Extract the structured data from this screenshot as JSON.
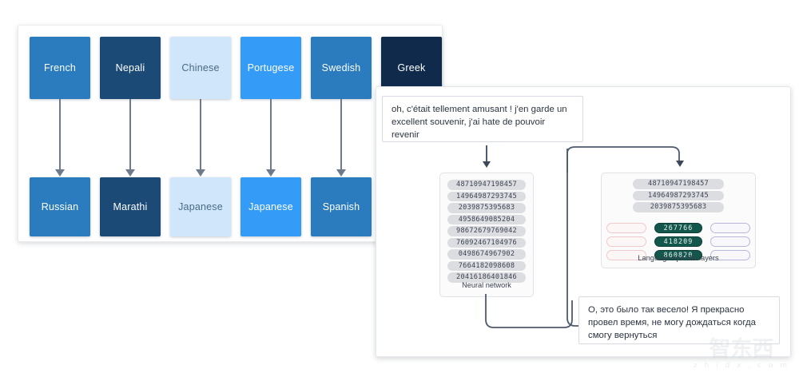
{
  "left_panel": {
    "source_languages": [
      {
        "label": "French",
        "color": "#2b7cbf",
        "text_tone": "light-text"
      },
      {
        "label": "Nepali",
        "color": "#1b4a77",
        "text_tone": "light-text"
      },
      {
        "label": "Chinese",
        "color": "#cfe6fb",
        "text_tone": "dark-text"
      },
      {
        "label": "Portugese",
        "color": "#349bf7",
        "text_tone": "light-text"
      },
      {
        "label": "Swedish",
        "color": "#2b7cbf",
        "text_tone": "light-text"
      },
      {
        "label": "Greek",
        "color": "#102a4c",
        "text_tone": "light-text"
      }
    ],
    "target_languages": [
      {
        "label": "Russian",
        "color": "#2b7cbf",
        "text_tone": "light-text"
      },
      {
        "label": "Marathi",
        "color": "#1b4a77",
        "text_tone": "light-text"
      },
      {
        "label": "Japanese",
        "color": "#cfe6fb",
        "text_tone": "dark-text"
      },
      {
        "label": "Japanese",
        "color": "#349bf7",
        "text_tone": "light-text"
      },
      {
        "label": "Spanish",
        "color": "#2b7cbf",
        "text_tone": "light-text"
      }
    ],
    "arrow_icon": "down-arrow-icon"
  },
  "right_panel": {
    "source_text": "oh, c'était tellement amusant ! j'en garde un excellent souvenir, j'ai hate de pouvoir revenir",
    "output_text": "О, это было так весело! Я прекрасно провел время, не могу дождаться когда смогу вернуться",
    "neural_network": {
      "caption": "Neural network",
      "vectors": [
        "48710947198457",
        "14964987293745",
        "2039875395683",
        "4958649085204",
        "98672679769042",
        "76092467104976",
        "0498674967902",
        "7664182098608",
        "20416186401846"
      ]
    },
    "language_specific_layers": {
      "caption": "Language specific layers",
      "vectors": [
        "48710947198457",
        "14964987293745",
        "2039875395683"
      ],
      "active_layer_values": [
        "267766",
        "418209",
        "860820"
      ],
      "inactive_left_count": 3,
      "inactive_right_count": 3,
      "active_color": "#12564c",
      "left_color": "#f0c9cc",
      "right_color": "#b7b8da"
    },
    "arrow_icon": "down-arrow-icon",
    "elbow_icon": "elbow-connector-icon"
  },
  "watermark": {
    "logo_text": "智东西",
    "site_text": "z h i d x . c o m"
  }
}
